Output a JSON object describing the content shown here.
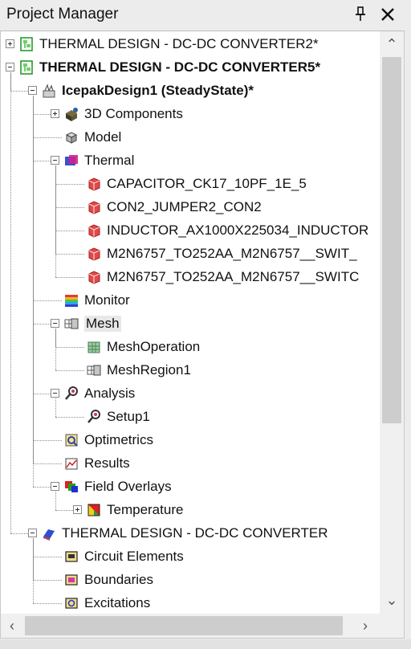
{
  "panel": {
    "title": "Project Manager"
  },
  "tree": [
    {
      "id": "p2",
      "level": 0,
      "expander": "plus",
      "icon": "project-icon",
      "label": "THERMAL DESIGN - DC-DC CONVERTER2*",
      "bold": false
    },
    {
      "id": "p5",
      "level": 0,
      "expander": "minus",
      "icon": "project-icon",
      "label": "THERMAL DESIGN - DC-DC CONVERTER5*",
      "bold": true
    },
    {
      "id": "design",
      "level": 1,
      "expander": "minus",
      "icon": "icepak-design-icon",
      "label": "IcepakDesign1 (SteadyState)*",
      "bold": true
    },
    {
      "id": "comp3d",
      "level": 2,
      "expander": "plus",
      "icon": "3d-components-icon",
      "label": "3D Components",
      "bold": false
    },
    {
      "id": "model",
      "level": 2,
      "expander": null,
      "icon": "model-icon",
      "label": "Model",
      "bold": false
    },
    {
      "id": "thermal",
      "level": 2,
      "expander": "minus",
      "icon": "thermal-icon",
      "label": "Thermal",
      "bold": false
    },
    {
      "id": "t1",
      "level": 3,
      "expander": null,
      "icon": "thermal-source-icon",
      "label": "CAPACITOR_CK17_10PF_1E_5",
      "bold": false
    },
    {
      "id": "t2",
      "level": 3,
      "expander": null,
      "icon": "thermal-source-icon",
      "label": "CON2_JUMPER2_CON2",
      "bold": false
    },
    {
      "id": "t3",
      "level": 3,
      "expander": null,
      "icon": "thermal-source-icon",
      "label": "INDUCTOR_AX1000X225034_INDUCTOR",
      "bold": false
    },
    {
      "id": "t4",
      "level": 3,
      "expander": null,
      "icon": "thermal-source-icon",
      "label": "M2N6757_TO252AA_M2N6757__SWIT_",
      "bold": false
    },
    {
      "id": "t5",
      "level": 3,
      "expander": null,
      "icon": "thermal-source-icon",
      "label": "M2N6757_TO252AA_M2N6757__SWITC",
      "bold": false
    },
    {
      "id": "monitor",
      "level": 2,
      "expander": null,
      "icon": "monitor-icon",
      "label": "Monitor",
      "bold": false
    },
    {
      "id": "mesh",
      "level": 2,
      "expander": "minus",
      "icon": "mesh-icon",
      "label": "Mesh",
      "bold": false,
      "highlight": true
    },
    {
      "id": "meshop",
      "level": 3,
      "expander": null,
      "icon": "mesh-operation-icon",
      "label": "MeshOperation",
      "bold": false
    },
    {
      "id": "meshreg",
      "level": 3,
      "expander": null,
      "icon": "mesh-region-icon",
      "label": "MeshRegion1",
      "bold": false
    },
    {
      "id": "analysis",
      "level": 2,
      "expander": "minus",
      "icon": "analysis-icon",
      "label": "Analysis",
      "bold": false
    },
    {
      "id": "setup1",
      "level": 3,
      "expander": null,
      "icon": "setup-icon",
      "label": "Setup1",
      "bold": false
    },
    {
      "id": "optim",
      "level": 2,
      "expander": null,
      "icon": "optimetrics-icon",
      "label": "Optimetrics",
      "bold": false
    },
    {
      "id": "results",
      "level": 2,
      "expander": null,
      "icon": "results-icon",
      "label": "Results",
      "bold": false
    },
    {
      "id": "fieldov",
      "level": 2,
      "expander": "minus",
      "icon": "field-overlays-icon",
      "label": "Field Overlays",
      "bold": false
    },
    {
      "id": "temp",
      "level": 3,
      "expander": "plus",
      "icon": "temperature-icon",
      "label": "Temperature",
      "bold": false
    },
    {
      "id": "hfss",
      "level": 1,
      "expander": "minus",
      "icon": "design-icon",
      "label": "THERMAL DESIGN - DC-DC CONVERTER",
      "bold": false
    },
    {
      "id": "circuit",
      "level": 2,
      "expander": null,
      "icon": "circuit-elements-icon",
      "label": "Circuit Elements",
      "bold": false
    },
    {
      "id": "boundaries",
      "level": 2,
      "expander": null,
      "icon": "boundaries-icon",
      "label": "Boundaries",
      "bold": false
    },
    {
      "id": "excitations",
      "level": 2,
      "expander": null,
      "icon": "excitations-icon",
      "label": "Excitations",
      "bold": false
    }
  ]
}
